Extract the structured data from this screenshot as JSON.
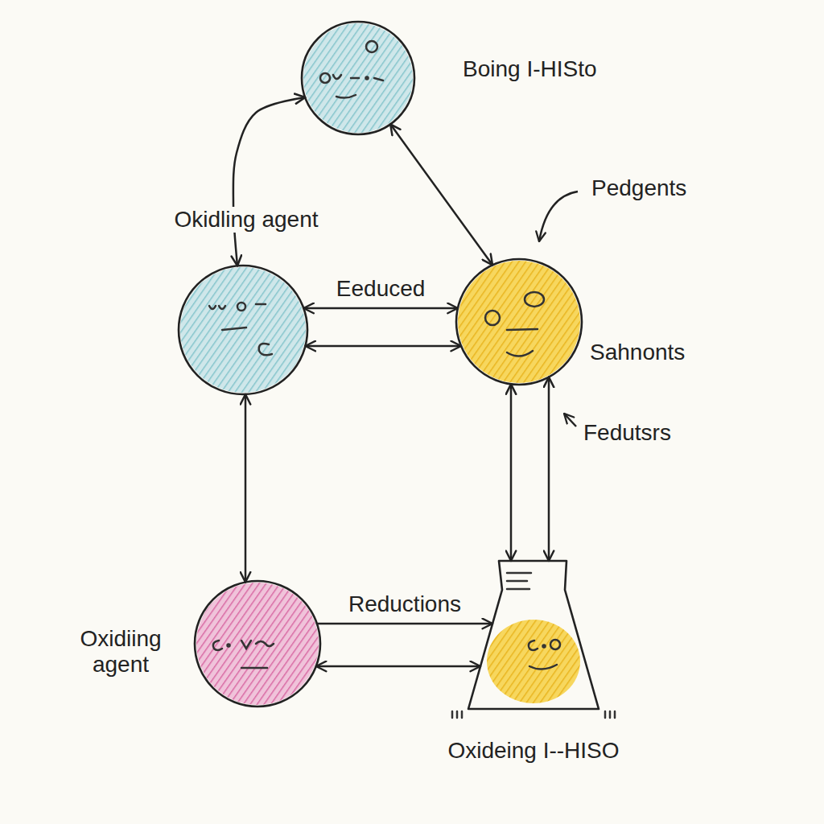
{
  "diagram": {
    "nodes": [
      {
        "text": [
          "Boing I-HISto"
        ]
      },
      {
        "text": [
          "Okidling agent"
        ]
      },
      {
        "text": [
          "Sahnonts"
        ]
      },
      {
        "text": [
          "Oxidiing agent"
        ]
      },
      {
        "text": [
          "Oxideing I--HISO"
        ]
      }
    ],
    "edges": [
      {
        "from": 0,
        "to": 1,
        "arrow": "both"
      },
      {
        "from": 0,
        "to": 2,
        "arrow": "both"
      },
      {
        "from": 1,
        "to": 2,
        "label": "Eeduced",
        "arrow": "both"
      },
      {
        "from": 1,
        "to": 2,
        "arrow": "both"
      },
      {
        "from": 1,
        "to": 3,
        "arrow": "both"
      },
      {
        "from": 2,
        "to": 4,
        "arrow": "both"
      },
      {
        "from": 2,
        "to": 4,
        "arrow": "both"
      },
      {
        "from": 3,
        "to": 4,
        "label": "Reductions",
        "arrow": "to"
      },
      {
        "from": 3,
        "to": 4,
        "arrow": "both"
      }
    ],
    "labels": [
      "Pedgents",
      "Fedutsrs"
    ]
  }
}
